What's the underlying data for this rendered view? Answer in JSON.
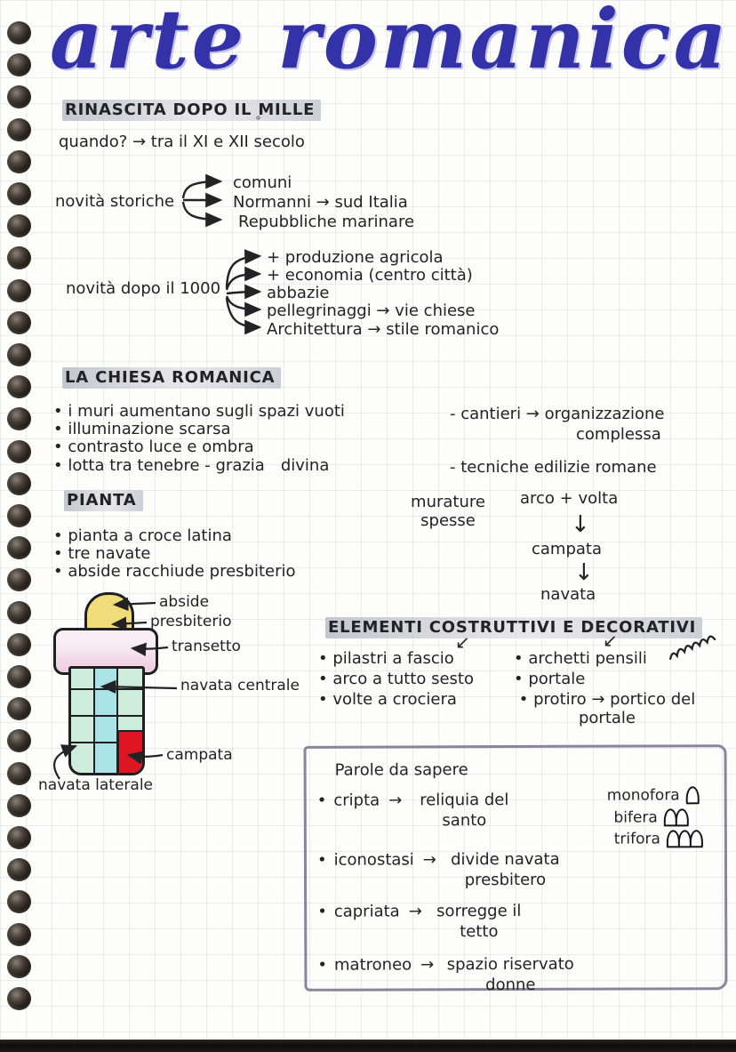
{
  "title": "arte romanica",
  "colors": {
    "title_blue": "#3332a8",
    "ink": "#232326",
    "highlight_grey": "#d3d3da",
    "campata_red": "#de1523",
    "abside_yellow": "#f0dd7a",
    "transetto_pink": "#eecade",
    "navata_teal": "#abe4e6",
    "navata_green": "#cdecd9",
    "box_border": "#8d8499"
  },
  "rinascita": {
    "heading": "RINASCITA DOPO IL MILLE",
    "quando": "quando? → tra il XI e XII secolo",
    "storiche_label": "novità storiche",
    "storiche_items": [
      "comuni",
      "Normanni → sud Italia",
      "Repubbliche marinare"
    ],
    "dopo1000_label": "novità dopo il 1000",
    "dopo1000_items": [
      "+ produzione agricola",
      "+ economia (centro città)",
      "abbazie",
      "pellegrinaggi → vie chiese",
      "Architettura → stile romanico"
    ]
  },
  "chiesa": {
    "heading": "LA CHIESA ROMANICA",
    "bullets": [
      "i muri aumentano sugli spazi vuoti",
      "illuminazione scarsa",
      "contrasto luce e ombra",
      "lotta tra tenebre - grazia divina"
    ],
    "notes": [
      "- cantieri → organizzazione",
      "complessa",
      "- tecniche edilizie romane"
    ]
  },
  "pianta": {
    "heading": "PIANTA",
    "bullets": [
      "pianta a croce latina",
      "tre navate",
      "abside racchiude presbiterio"
    ],
    "murature": "murature spesse",
    "flow": [
      "arco + volta",
      "campata",
      "navata"
    ],
    "down_arrow": "↓",
    "plan_labels": {
      "abside": "abside",
      "presbiterio": "presbiterio",
      "transetto": "transetto",
      "navata_centrale": "navata centrale",
      "campata": "campata",
      "navata_laterale": "navata laterale"
    }
  },
  "elementi": {
    "heading": "ELEMENTI COSTRUTTIVI E DECORATIVI",
    "corner_arrow": "↙",
    "left_items": [
      "pilastri a fascio",
      "arco a tutto sesto",
      "volte a crociera"
    ],
    "right_items": [
      "archetti pensili",
      "portale",
      "protiro → portico del portale"
    ]
  },
  "parole": {
    "heading": "Parole da sapere",
    "arrow_glyph": "→",
    "items": [
      {
        "term": "cripta",
        "def": "reliquia del santo"
      },
      {
        "term": "iconostasi",
        "def": "divide navata presbitero"
      },
      {
        "term": "capriata",
        "def": "sorregge il tetto"
      },
      {
        "term": "matroneo",
        "def": "spazio riservato donne"
      }
    ],
    "windows": [
      {
        "label": "monofora",
        "arches": 1
      },
      {
        "label": "bifera",
        "arches": 2
      },
      {
        "label": "trifora",
        "arches": 3
      }
    ]
  }
}
